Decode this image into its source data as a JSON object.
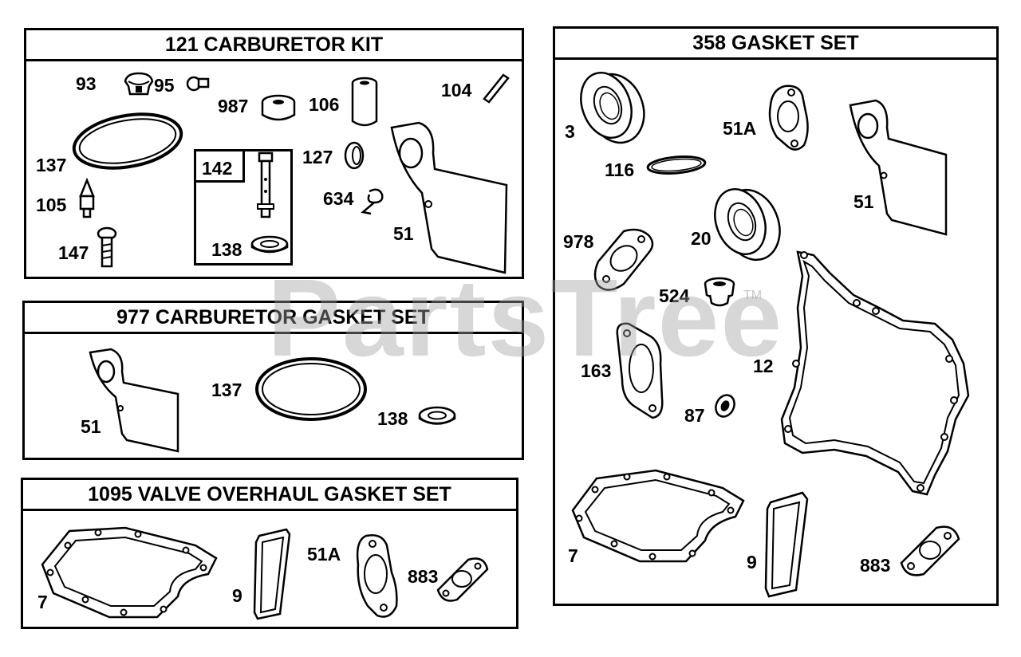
{
  "panels": {
    "carb_kit": {
      "title": "121 CARBURETOR KIT",
      "labels": {
        "p93": "93",
        "p95": "95",
        "p987": "987",
        "p106": "106",
        "p104": "104",
        "p137": "137",
        "p142": "142",
        "p127": "127",
        "p634": "634",
        "p105": "105",
        "p51": "51",
        "p147": "147",
        "p138": "138"
      }
    },
    "carb_gasket": {
      "title": "977 CARBURETOR GASKET SET",
      "labels": {
        "p137": "137",
        "p51": "51",
        "p138": "138"
      }
    },
    "valve": {
      "title": "1095 VALVE OVERHAUL GASKET SET",
      "labels": {
        "p51A": "51A",
        "p883": "883",
        "p7": "7",
        "p9": "9"
      }
    },
    "gasket_set": {
      "title": "358 GASKET SET",
      "labels": {
        "p3": "3",
        "p51A": "51A",
        "p116": "116",
        "p51": "51",
        "p978": "978",
        "p20": "20",
        "p524": "524",
        "p163": "163",
        "p12": "12",
        "p87": "87",
        "p7": "7",
        "p9": "9",
        "p883": "883"
      }
    }
  },
  "watermark": {
    "text": "PartsTree",
    "tm": "TM"
  }
}
